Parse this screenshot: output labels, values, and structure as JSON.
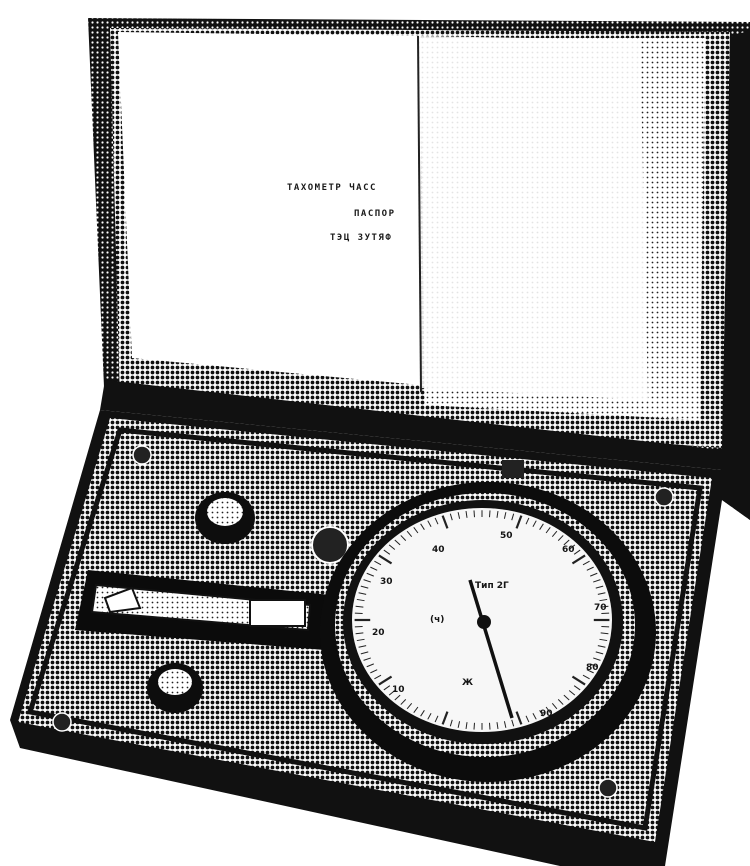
{
  "photo": {
    "document_lines": [
      "ТАХОМЕТР ЧАСС",
      "ПАСПОР",
      "ТЭЦ ЗУТЯФ"
    ],
    "dial_numbers": [
      "40",
      "50",
      "60",
      "70",
      "80",
      "90",
      "10",
      "20",
      "30"
    ],
    "dial_marks": [
      "Тип 2Г",
      "(ч)",
      "Ж"
    ],
    "colors": {
      "ink": "#141414",
      "paper": "#ffffff",
      "dial_face": "#f7f7f7"
    }
  }
}
